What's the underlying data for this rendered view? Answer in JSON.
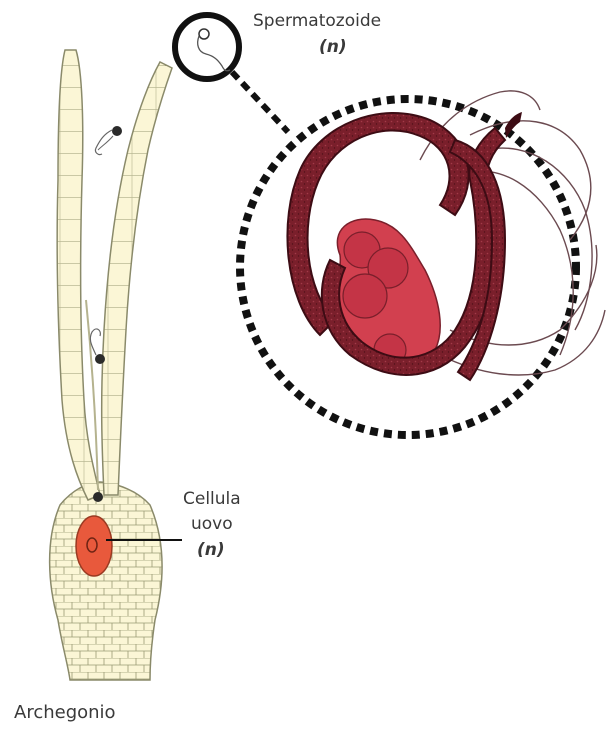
{
  "labels": {
    "sperm": "Spermatozoide",
    "sperm_ploidy": "(n)",
    "egg_line1": "Cellula",
    "egg_line2": "uovo",
    "egg_ploidy": "(n)",
    "archegonium": "Archegonio"
  },
  "colors": {
    "archegonium_fill": "#fbf6d6",
    "cell_outline": "#8a8a6a",
    "egg_cell": "#e8593c",
    "sperm_body": "#7a1f2b",
    "sperm_nucleus": "#c73a4c",
    "dashed_circle": "#111111"
  }
}
